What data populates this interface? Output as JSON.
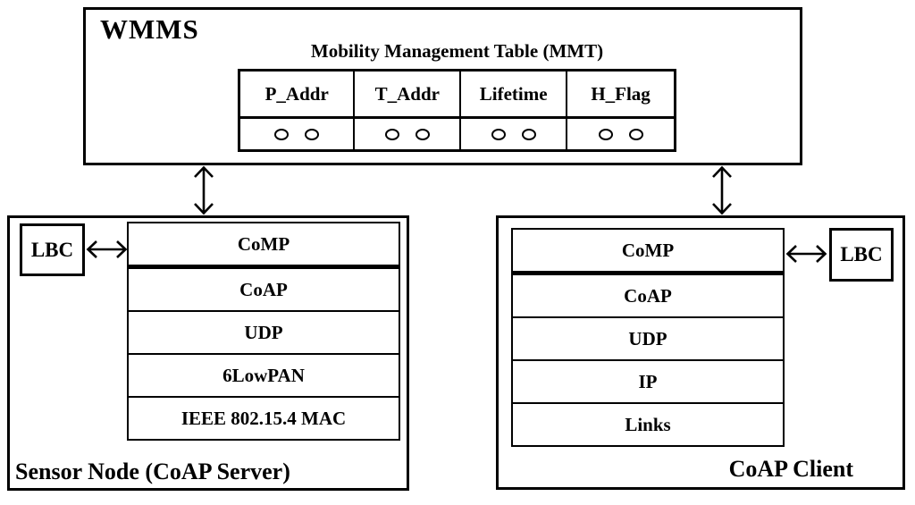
{
  "wmms": {
    "title": "WMMS",
    "table": {
      "title": "Mobility Management Table (MMT)",
      "columns": [
        "P_Addr",
        "T_Addr",
        "Lifetime",
        "H_Flag"
      ],
      "data_row": "two-circle placeholders per cell"
    }
  },
  "sensor_node": {
    "label": "Sensor Node (CoAP Server)",
    "lbc_label": "LBC",
    "stack": [
      "CoMP",
      "CoAP",
      "UDP",
      "6LowPAN",
      "IEEE 802.15.4 MAC"
    ]
  },
  "coap_client": {
    "label": "CoAP Client",
    "lbc_label": "LBC",
    "stack": [
      "CoMP",
      "CoAP",
      "UDP",
      "IP",
      "Links"
    ]
  },
  "icons": {
    "vertical_link": "double-arrow-vertical",
    "horizontal_link": "double-arrow-horizontal"
  },
  "colors": {
    "line": "#000000",
    "background": "#ffffff"
  }
}
